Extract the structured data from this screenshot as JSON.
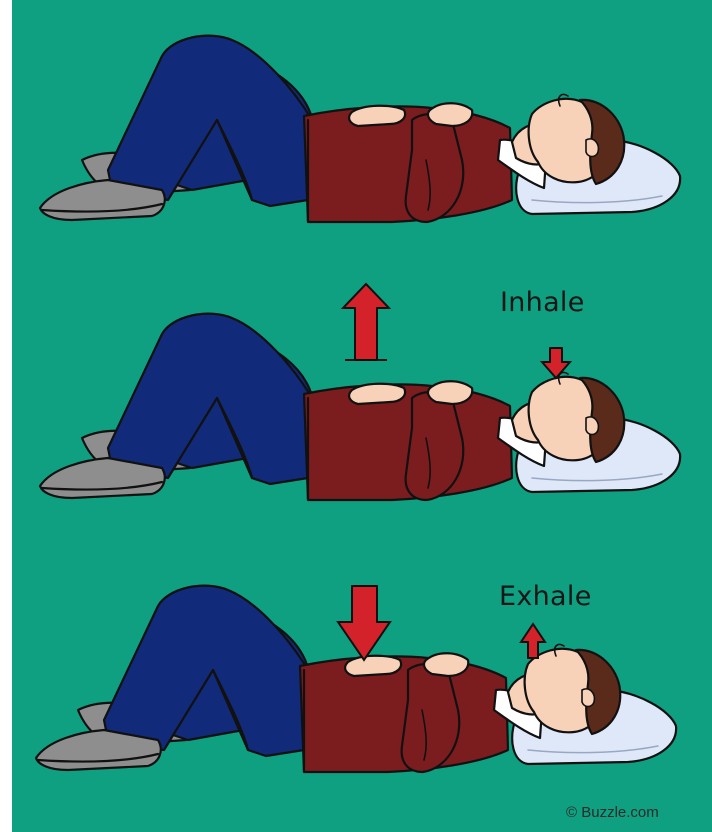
{
  "labels": {
    "inhale": "Inhale",
    "exhale": "Exhale"
  },
  "credit": "© Buzzle.com",
  "colors": {
    "background": "#0fa081",
    "shirt": "#7b1c1f",
    "jeans": "#122a7a",
    "shoes": "#8e8e8e",
    "skin": "#f7d2b8",
    "hair": "#5a2a1a",
    "pillow": "#dfe8f8",
    "arrow": "#d4222a"
  },
  "arrows": [
    {
      "panel": "middle",
      "location": "abdomen",
      "direction": "up"
    },
    {
      "panel": "middle",
      "location": "mouth",
      "direction": "down"
    },
    {
      "panel": "bottom",
      "location": "abdomen",
      "direction": "down"
    },
    {
      "panel": "bottom",
      "location": "mouth",
      "direction": "up"
    }
  ]
}
